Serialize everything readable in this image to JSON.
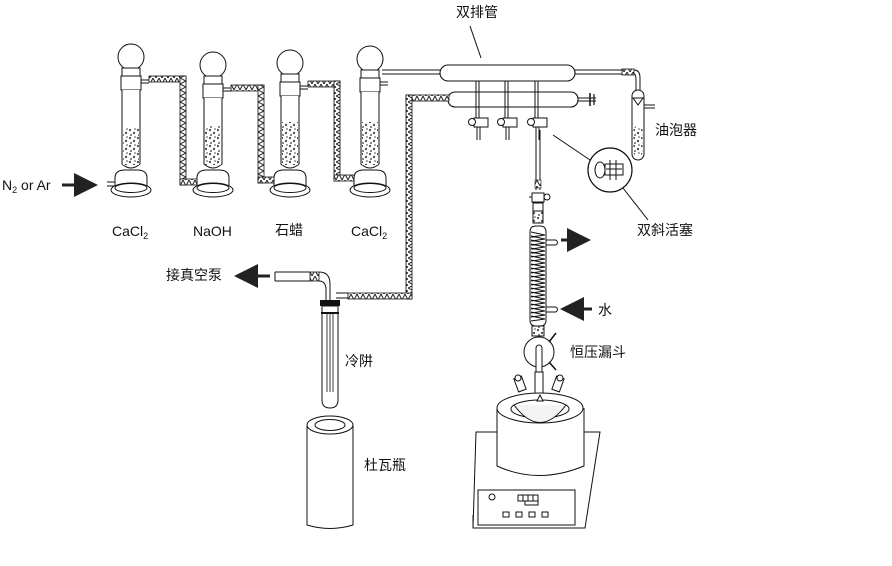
{
  "diagram": {
    "title": "无水无氧实验装置示意图",
    "colors": {
      "line": "#111111",
      "background": "#ffffff",
      "packing": "#555555",
      "hose": "#222222"
    },
    "gas_inlet": {
      "label_main": "N",
      "label_sub": "2",
      "label_tail": " or Ar"
    },
    "drying_columns": [
      {
        "id": "col1",
        "label_main": "CaCl",
        "label_sub": "2"
      },
      {
        "id": "col2",
        "label_main": "NaOH",
        "label_sub": ""
      },
      {
        "id": "col3",
        "label_main": "石蜡",
        "label_sub": ""
      },
      {
        "id": "col4",
        "label_main": "CaCl",
        "label_sub": "2"
      }
    ],
    "labels": {
      "manifold": "双排管",
      "bubbler": "油泡器",
      "double_oblique_stopcock": "双斜活塞",
      "vacuum_pump": "接真空泵",
      "cold_trap": "冷阱",
      "dewar": "杜瓦瓶",
      "water": "水",
      "dropping_funnel": "恒压漏斗"
    }
  }
}
